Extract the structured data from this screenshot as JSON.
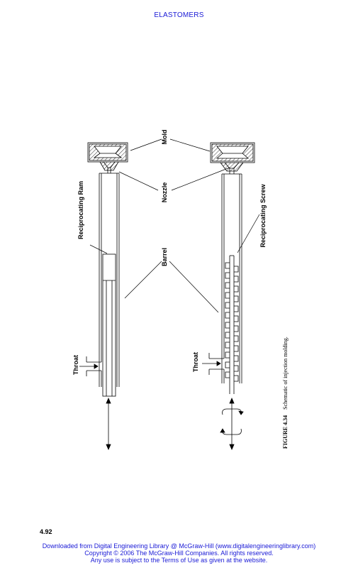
{
  "header": {
    "running_head": "ELASTOMERS"
  },
  "figure": {
    "labels": {
      "mold": "Mold",
      "nozzle": "Nozzle",
      "barrel": "Barrel",
      "reciprocating_ram": "Reciprocating Ram",
      "reciprocating_screw": "Reciprocating Screw",
      "throat_left": "Throat",
      "throat_right": "Throat"
    },
    "caption": {
      "number": "FIGURE 4.34",
      "text": "Schematic of injection molding."
    }
  },
  "page": {
    "number": "4.92"
  },
  "footer": {
    "line1": "Downloaded from Digital Engineering Library @ McGraw-Hill (www.digitalengineeringlibrary.com)",
    "line2": "Copyright © 2006 The McGraw-Hill Companies. All rights reserved.",
    "line3": "Any use is subject to the Terms of Use as given at the website."
  }
}
